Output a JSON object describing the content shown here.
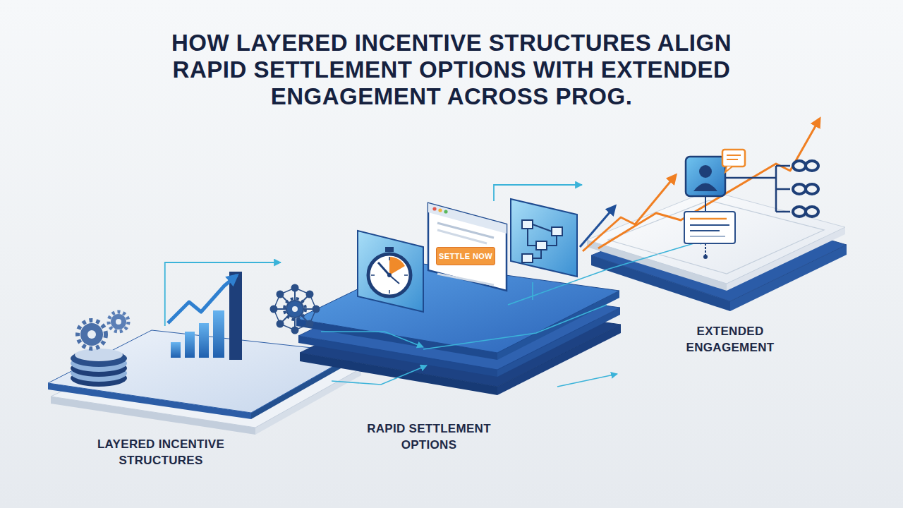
{
  "diagram": {
    "title": "HOW LAYERED INCENTIVE STRUCTURES ALIGN RAPID SETTLEMENT OPTIONS WITH EXTENDED ENGAGEMENT ACROSS PROG.",
    "nodes": [
      {
        "text": [
          "LAYERED INCENTIVE STRUCTURES"
        ]
      },
      {
        "text": [
          "RAPID SETTLEMENT OPTIONS"
        ]
      },
      {
        "text": [
          "EXTENDED ENGAGEMENT"
        ]
      },
      {
        "text": [
          "SETTLE NOW"
        ],
        "in": 1
      }
    ],
    "edges": [
      {
        "from": 0,
        "to": 1,
        "arrow": "to"
      },
      {
        "from": 1,
        "to": 2,
        "arrow": "to"
      }
    ]
  }
}
